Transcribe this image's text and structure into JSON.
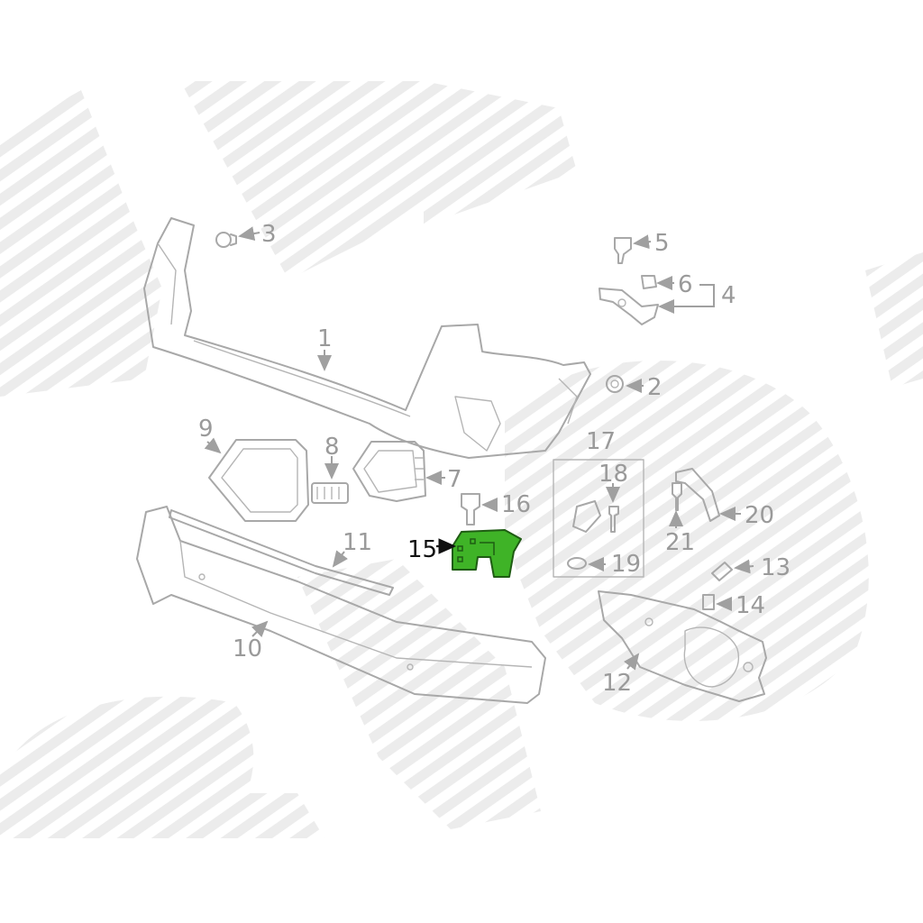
{
  "callouts": {
    "c1": "1",
    "c2": "2",
    "c3": "3",
    "c4": "4",
    "c5": "5",
    "c6": "6",
    "c7": "7",
    "c8": "8",
    "c9": "9",
    "c10": "10",
    "c11": "11",
    "c12": "12",
    "c13": "13",
    "c14": "14",
    "c15": "15",
    "c16": "16",
    "c17": "17",
    "c18": "18",
    "c19": "19",
    "c20": "20",
    "c21": "21"
  },
  "highlight": {
    "part": "15",
    "color": "#3fb327"
  },
  "colors": {
    "line": "#a8a8a8",
    "text": "#9a9a9a",
    "highlight": "#3fb327",
    "watermark": "#ececec"
  }
}
